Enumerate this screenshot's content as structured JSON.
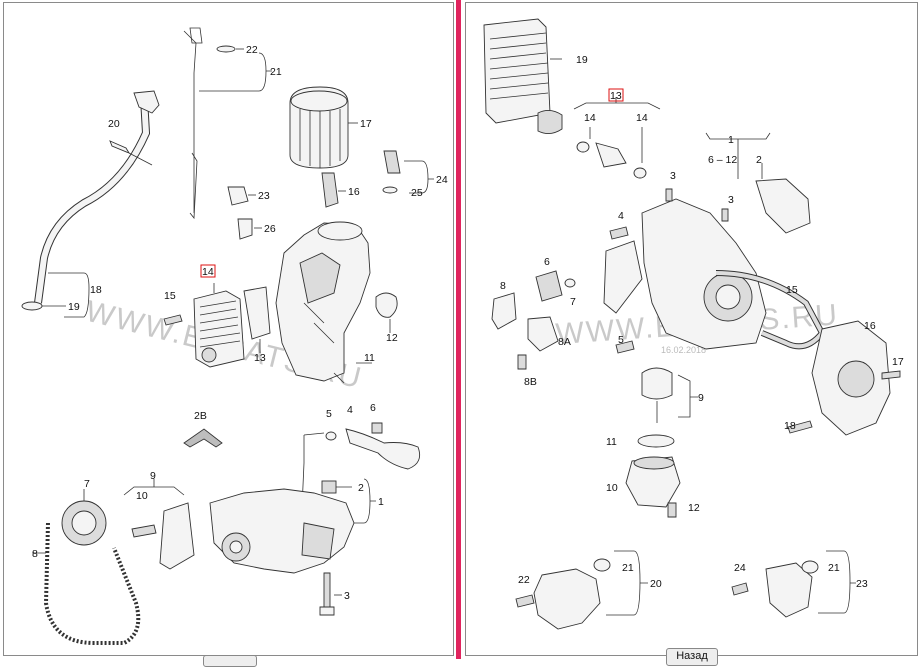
{
  "left_diagram": {
    "watermark": "WWW.ELCATS.RU",
    "labels": {
      "l1": "1",
      "l2": "2",
      "l2b": "2B",
      "l3": "3",
      "l4": "4",
      "l5": "5",
      "l6": "6",
      "l7": "7",
      "l8": "8",
      "l9": "9",
      "l10": "10",
      "l11": "11",
      "l12": "12",
      "l13": "13",
      "l14": "14",
      "l15": "15",
      "l16": "16",
      "l17": "17",
      "l18": "18",
      "l19": "19",
      "l20": "20",
      "l21": "21",
      "l22": "22",
      "l23": "23",
      "l24": "24",
      "l25": "25",
      "l26": "26"
    }
  },
  "right_diagram": {
    "watermark": "WWW.ELCATS.RU",
    "date_stamp": "16.02.2018",
    "labels": {
      "r1": "1",
      "r2": "2",
      "r3a": "3",
      "r3b": "3",
      "r4": "4",
      "r5": "5",
      "r6": "6",
      "r6_12": "6 – 12",
      "r7": "7",
      "r8": "8",
      "r8a": "8A",
      "r8b": "8B",
      "r9": "9",
      "r10": "10",
      "r11": "11",
      "r12": "12",
      "r13": "13",
      "r14a": "14",
      "r14b": "14",
      "r15": "15",
      "r16": "16",
      "r17": "17",
      "r18": "18",
      "r19": "19",
      "r20": "20",
      "r21a": "21",
      "r21b": "21",
      "r22": "22",
      "r23": "23",
      "r24": "24"
    }
  },
  "navigation": {
    "back_label": "Назад"
  }
}
